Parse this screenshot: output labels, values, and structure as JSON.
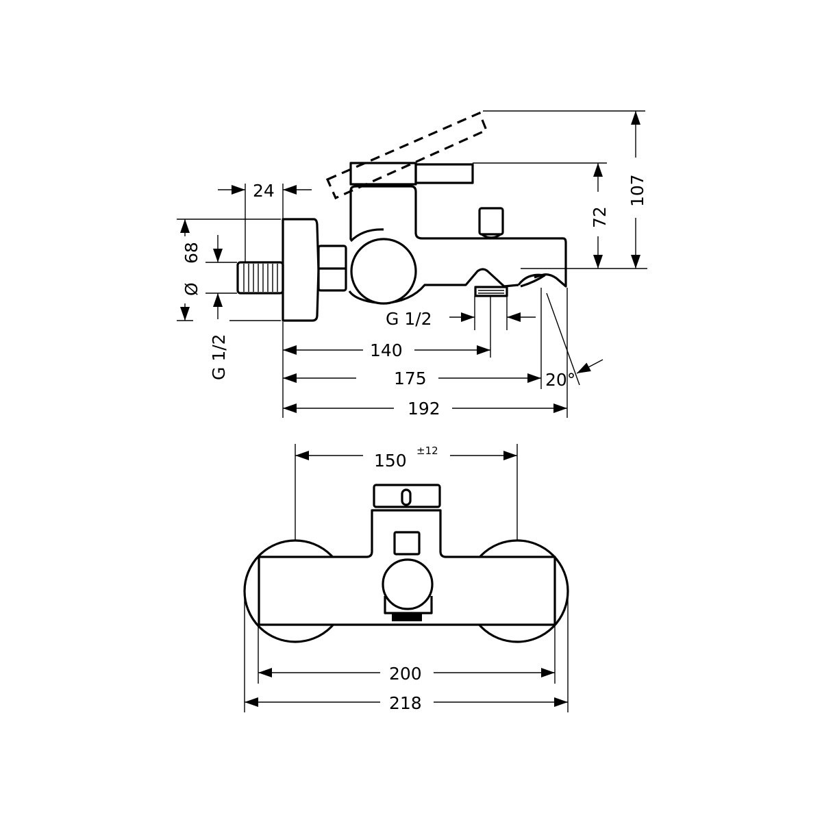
{
  "title": "Bath mixer dimension drawing",
  "side_view": {
    "dims": {
      "wall_offset": "24",
      "rosette_diameter_symbol": "Ø",
      "rosette_diameter": "68",
      "inlet_thread": "G 1/2",
      "outlet_thread": "G 1/2",
      "outlet_distance": "140",
      "spout_reach": "175",
      "total_depth": "192",
      "spout_angle": "20°",
      "lever_height": "72",
      "lever_open_height": "107"
    }
  },
  "front_view": {
    "dims": {
      "centers": "150",
      "centers_tolerance": "±12",
      "body_width": "200",
      "total_width": "218"
    }
  },
  "colors": {
    "line": "#000000",
    "background": "#ffffff"
  }
}
